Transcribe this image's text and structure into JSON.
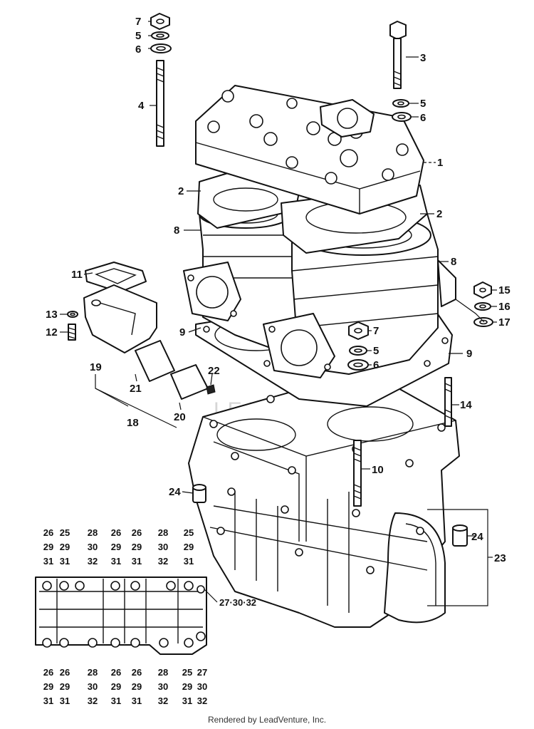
{
  "footer": "Rendered by LeadVenture, Inc.",
  "watermark": "LEADVENTURE",
  "callouts": {
    "c1": "1",
    "c2a": "2",
    "c2b": "2",
    "c3": "3",
    "c4": "4",
    "c5a": "5",
    "c5b": "5",
    "c5c": "5",
    "c6a": "6",
    "c6b": "6",
    "c6c": "6",
    "c7a": "7",
    "c7b": "7",
    "c8a": "8",
    "c8b": "8",
    "c9a": "9",
    "c9b": "9",
    "c10": "10",
    "c11": "11",
    "c12": "12",
    "c13": "13",
    "c14": "14",
    "c15": "15",
    "c16": "16",
    "c17": "17",
    "c18": "18",
    "c19": "19",
    "c20": "20",
    "c21": "21",
    "c22": "22",
    "c23": "23",
    "c24a": "24",
    "c24b": "24"
  },
  "bolt_pattern": {
    "top_columns": [
      [
        "26",
        "29",
        "31"
      ],
      [
        "25",
        "29",
        "31"
      ],
      [
        "28",
        "30",
        "32"
      ],
      [
        "26",
        "29",
        "31"
      ],
      [
        "26",
        "29",
        "31"
      ],
      [
        "28",
        "30",
        "32"
      ],
      [
        "25",
        "29",
        "31"
      ]
    ],
    "side_label": "27·30·32",
    "bottom_columns": [
      [
        "26",
        "29",
        "31"
      ],
      [
        "26",
        "29",
        "31"
      ],
      [
        "28",
        "30",
        "32"
      ],
      [
        "26",
        "29",
        "31"
      ],
      [
        "26",
        "29",
        "31"
      ],
      [
        "28",
        "30",
        "32"
      ],
      [
        "25",
        "29",
        "31"
      ],
      [
        "27",
        "30",
        "32"
      ]
    ]
  }
}
